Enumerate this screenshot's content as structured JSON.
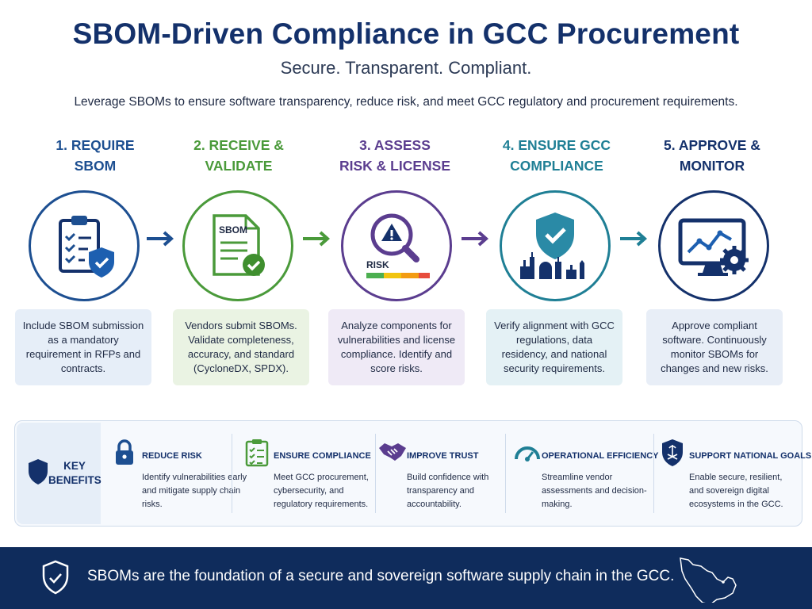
{
  "header": {
    "title": "SBOM-Driven Compliance in GCC Procurement",
    "subtitle": "Secure. Transparent. Compliant.",
    "intro": "Leverage SBOMs to ensure software transparency, reduce risk, and meet GCC regulatory and procurement requirements."
  },
  "steps": [
    {
      "title_line1": "1. REQUIRE",
      "title_line2": "SBOM",
      "color": "#1d4f91",
      "icon": "clipboard-shield-icon",
      "description": "Include SBOM submission as a mandatory requirement in RFPs and contracts.",
      "desc_bg": "#e6eef8"
    },
    {
      "title_line1": "2. RECEIVE &",
      "title_line2": "VALIDATE",
      "color": "#4a9a3a",
      "icon": "sbom-document-check-icon",
      "doc_label": "SBOM",
      "description": "Vendors submit SBOMs. Validate completeness, accuracy, and standard (CycloneDX, SPDX).",
      "desc_bg": "#eaf3e3"
    },
    {
      "title_line1": "3. ASSESS",
      "title_line2": "RISK & LICENSE",
      "color": "#5b3d8f",
      "icon": "magnifier-warning-icon",
      "risk_label": "RISK",
      "description": "Analyze components for vulnerabilities and license compliance. Identify and score risks.",
      "desc_bg": "#efeaf6"
    },
    {
      "title_line1": "4. ENSURE GCC",
      "title_line2": "COMPLIANCE",
      "color": "#1f7f95",
      "icon": "shield-skyline-icon",
      "description": "Verify alignment with GCC regulations, data residency, and national security requirements.",
      "desc_bg": "#e4f1f5"
    },
    {
      "title_line1": "5. APPROVE &",
      "title_line2": "MONITOR",
      "color": "#14316b",
      "icon": "monitor-chart-gear-icon",
      "description": "Approve compliant software. Continuously monitor SBOMs for changes and new risks.",
      "desc_bg": "#e8eef7"
    }
  ],
  "arrow_colors": [
    "#1d4f91",
    "#4a9a3a",
    "#5b3d8f",
    "#1f7f95"
  ],
  "benefits": {
    "label_line1": "KEY",
    "label_line2": "BENEFITS",
    "items": [
      {
        "title": "REDUCE RISK",
        "description": "Identify vulnerabilities early and mitigate supply chain risks.",
        "icon": "lock-icon",
        "color": "#1d4f91"
      },
      {
        "title": "ENSURE COMPLIANCE",
        "description": "Meet GCC procurement, cybersecurity, and regulatory requirements.",
        "icon": "checklist-icon",
        "color": "#4a9a3a"
      },
      {
        "title": "IMPROVE TRUST",
        "description": "Build confidence with transparency and accountability.",
        "icon": "handshake-icon",
        "color": "#5b3d8f"
      },
      {
        "title": "OPERATIONAL EFFICIENCY",
        "description": "Streamline vendor assessments and decision-making.",
        "icon": "gauge-icon",
        "color": "#1f7f95"
      },
      {
        "title": "SUPPORT NATIONAL GOALS",
        "description": "Enable secure, resilient, and sovereign digital ecosystems in the GCC.",
        "icon": "emblem-shield-icon",
        "color": "#14316b"
      }
    ]
  },
  "footer": {
    "text": "SBOMs are the foundation of a secure and sovereign software supply chain in the GCC.",
    "icon": "shield-check-outline-icon",
    "map_icon": "gcc-map-outline-icon"
  },
  "colors": {
    "navy": "#14316b",
    "footer_bg": "#0f2c5c",
    "risk_gradient": [
      "#4caf50",
      "#f1c40f",
      "#f39c12",
      "#e74c3c"
    ]
  }
}
